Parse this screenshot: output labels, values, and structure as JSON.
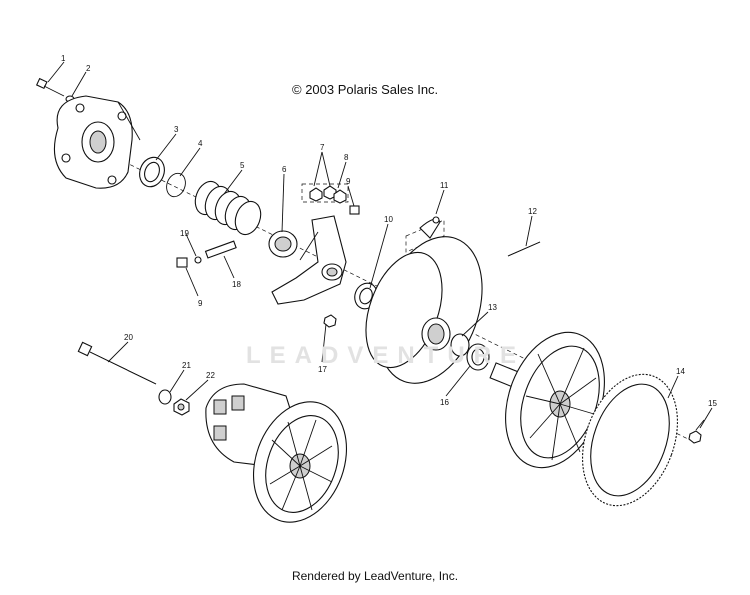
{
  "diagram": {
    "copyright": "© 2003 Polaris Sales Inc.",
    "footer": "Rendered by LeadVenture, Inc.",
    "watermark": "LEADVENTURE",
    "callouts": [
      {
        "id": "c1",
        "label": "1"
      },
      {
        "id": "c2",
        "label": "2"
      },
      {
        "id": "c3",
        "label": "3"
      },
      {
        "id": "c4",
        "label": "4"
      },
      {
        "id": "c5",
        "label": "5"
      },
      {
        "id": "c6",
        "label": "6"
      },
      {
        "id": "c7",
        "label": "7"
      },
      {
        "id": "c8",
        "label": "8"
      },
      {
        "id": "c9a",
        "label": "9"
      },
      {
        "id": "c9b",
        "label": "9"
      },
      {
        "id": "c10",
        "label": "10"
      },
      {
        "id": "c11",
        "label": "11"
      },
      {
        "id": "c12",
        "label": "12"
      },
      {
        "id": "c13",
        "label": "13"
      },
      {
        "id": "c14",
        "label": "14"
      },
      {
        "id": "c15",
        "label": "15"
      },
      {
        "id": "c16",
        "label": "16"
      },
      {
        "id": "c17",
        "label": "17"
      },
      {
        "id": "c18",
        "label": "18"
      },
      {
        "id": "c19",
        "label": "19"
      },
      {
        "id": "c20",
        "label": "20"
      },
      {
        "id": "c21",
        "label": "21"
      },
      {
        "id": "c22",
        "label": "22"
      }
    ]
  }
}
